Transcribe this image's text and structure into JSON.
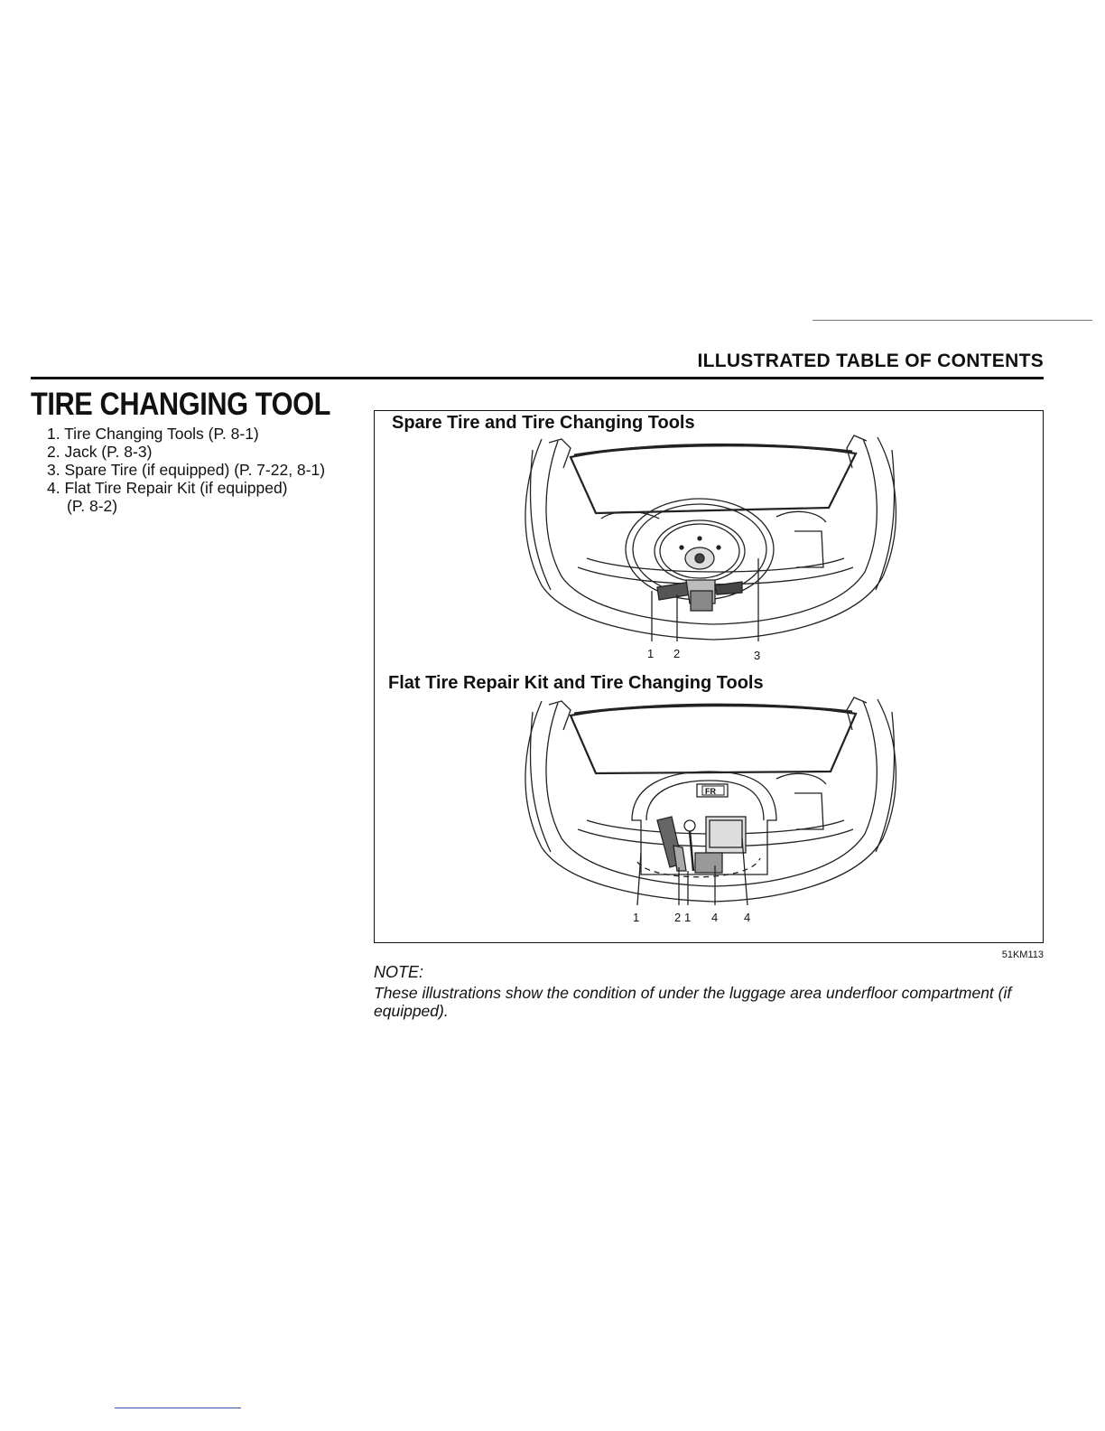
{
  "header": {
    "section_title": "ILLUSTRATED TABLE OF CONTENTS"
  },
  "page_title": "TIRE CHANGING TOOL",
  "tool_list": [
    {
      "line": "1. Tire Changing Tools (P. 8-1)"
    },
    {
      "line": "2. Jack (P. 8-3)"
    },
    {
      "line": "3. Spare Tire (if equipped) (P. 7-22, 8-1)"
    },
    {
      "line": "4. Flat Tire Repair Kit (if equipped)"
    },
    {
      "line": "(P. 8-2)"
    }
  ],
  "figure": {
    "panel1_title": "Spare Tire and Tire Changing Tools",
    "panel1_callouts": [
      "1",
      "2",
      "3"
    ],
    "panel2_title": "Flat Tire Repair Kit and Tire Changing Tools",
    "panel2_callouts": [
      "1",
      "2",
      "1",
      "4",
      "4"
    ],
    "panel2_label": "FR",
    "figure_code": "51KM113"
  },
  "note": {
    "label": "NOTE:",
    "text": "These illustrations show the condition of under the luggage area underfloor compartment (if equipped)."
  },
  "icons": [
    "luggage-compartment-illustration"
  ]
}
